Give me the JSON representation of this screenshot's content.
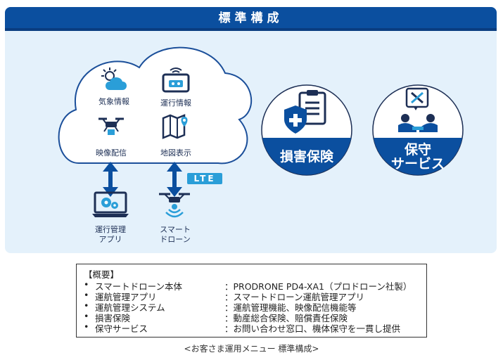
{
  "header": {
    "title": "標準構成"
  },
  "cloud": {
    "items": [
      {
        "label": "気象情報",
        "icon": "weather-icon"
      },
      {
        "label": "運行情報",
        "icon": "tablet-icon"
      },
      {
        "label": "映像配信",
        "icon": "drone-video-icon"
      },
      {
        "label": "地図表示",
        "icon": "map-icon"
      }
    ]
  },
  "devices": {
    "app_label_1": "運行管理",
    "app_label_2": "アプリ",
    "drone_label_1": "スマート",
    "drone_label_2": "ドローン",
    "lte_badge": "LTE"
  },
  "services": {
    "insurance": "損害保険",
    "maintenance_1": "保守",
    "maintenance_2": "サービス"
  },
  "colors": {
    "navy": "#0b4f9f",
    "panel": "#e4f1fb",
    "accent": "#2a9ed8",
    "icon_dark": "#1d2f55"
  },
  "overview": {
    "title": "【概要】",
    "bullet": "•",
    "rows": [
      {
        "key": "スマートドローン本体",
        "value": "：PRODRONE PD4-XA1（プロドローン社製）"
      },
      {
        "key": "運航管理アプリ",
        "value": "：スマートドローン運航管理アプリ"
      },
      {
        "key": "運航管理システム",
        "value": "：運航管理機能、映像配信機能等"
      },
      {
        "key": "損害保険",
        "value": "：動産総合保険、賠償責任保険"
      },
      {
        "key": "保守サービス",
        "value": "：お問い合わせ窓口、機体保守を一貫し提供"
      }
    ]
  },
  "caption": "<お客さま運用メニュー 標準構成>"
}
